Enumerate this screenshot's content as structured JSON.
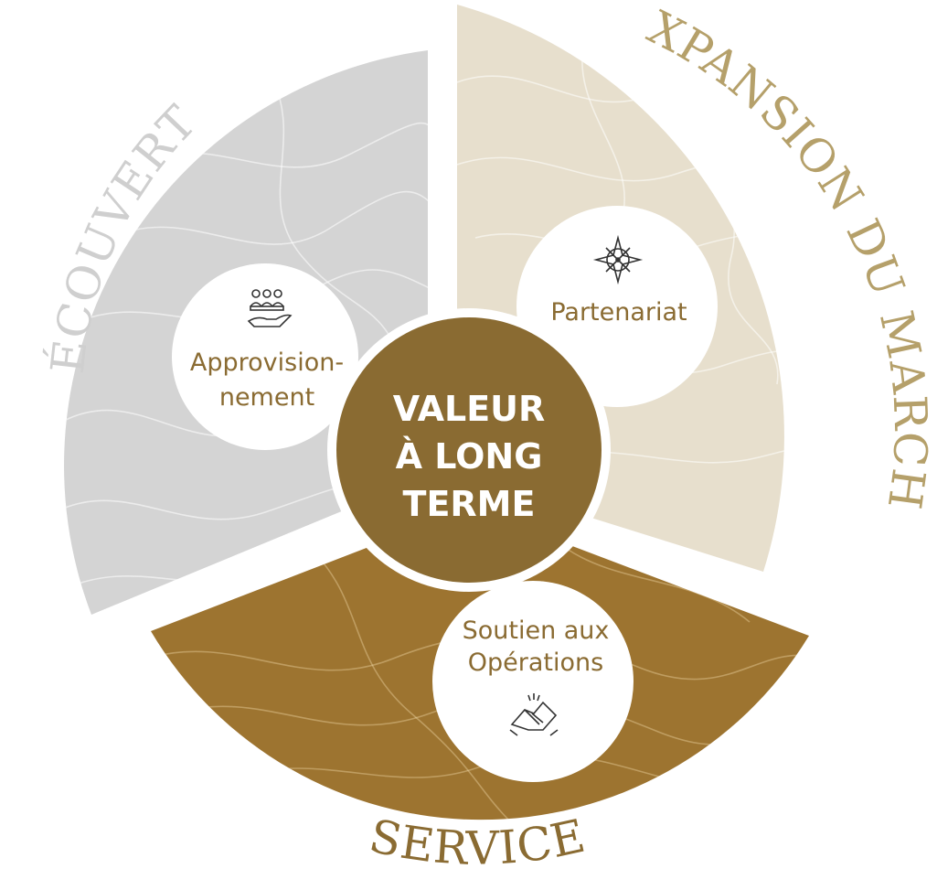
{
  "diagram": {
    "center": {
      "lines": [
        "VALEUR",
        "À LONG",
        "TERME"
      ]
    },
    "segments": [
      {
        "key": "decouverte",
        "ring_label": "DÉCOUVERTE",
        "node_lines": [
          "Approvision-",
          "nement"
        ],
        "icon": "people-hand-icon"
      },
      {
        "key": "expansion",
        "ring_label": "EXPANSION DU MARCHÉ",
        "node_lines": [
          "Partenariat"
        ],
        "icon": "compass-icon"
      },
      {
        "key": "service",
        "ring_label": "SERVICE",
        "node_lines": [
          "Soutien aux",
          "Opérations"
        ],
        "icon": "handshake-icon"
      }
    ]
  },
  "colors": {
    "decouverte": "#d4d4d4",
    "expansion": "#e7dfcd",
    "service": "#9d7430",
    "center": "#8a6b32",
    "ring_text_decouverte": "#cfcfcf",
    "ring_text_expansion": "#b5a06a",
    "ring_text_service": "#8a6b32",
    "node_text": "#8a6b32"
  }
}
